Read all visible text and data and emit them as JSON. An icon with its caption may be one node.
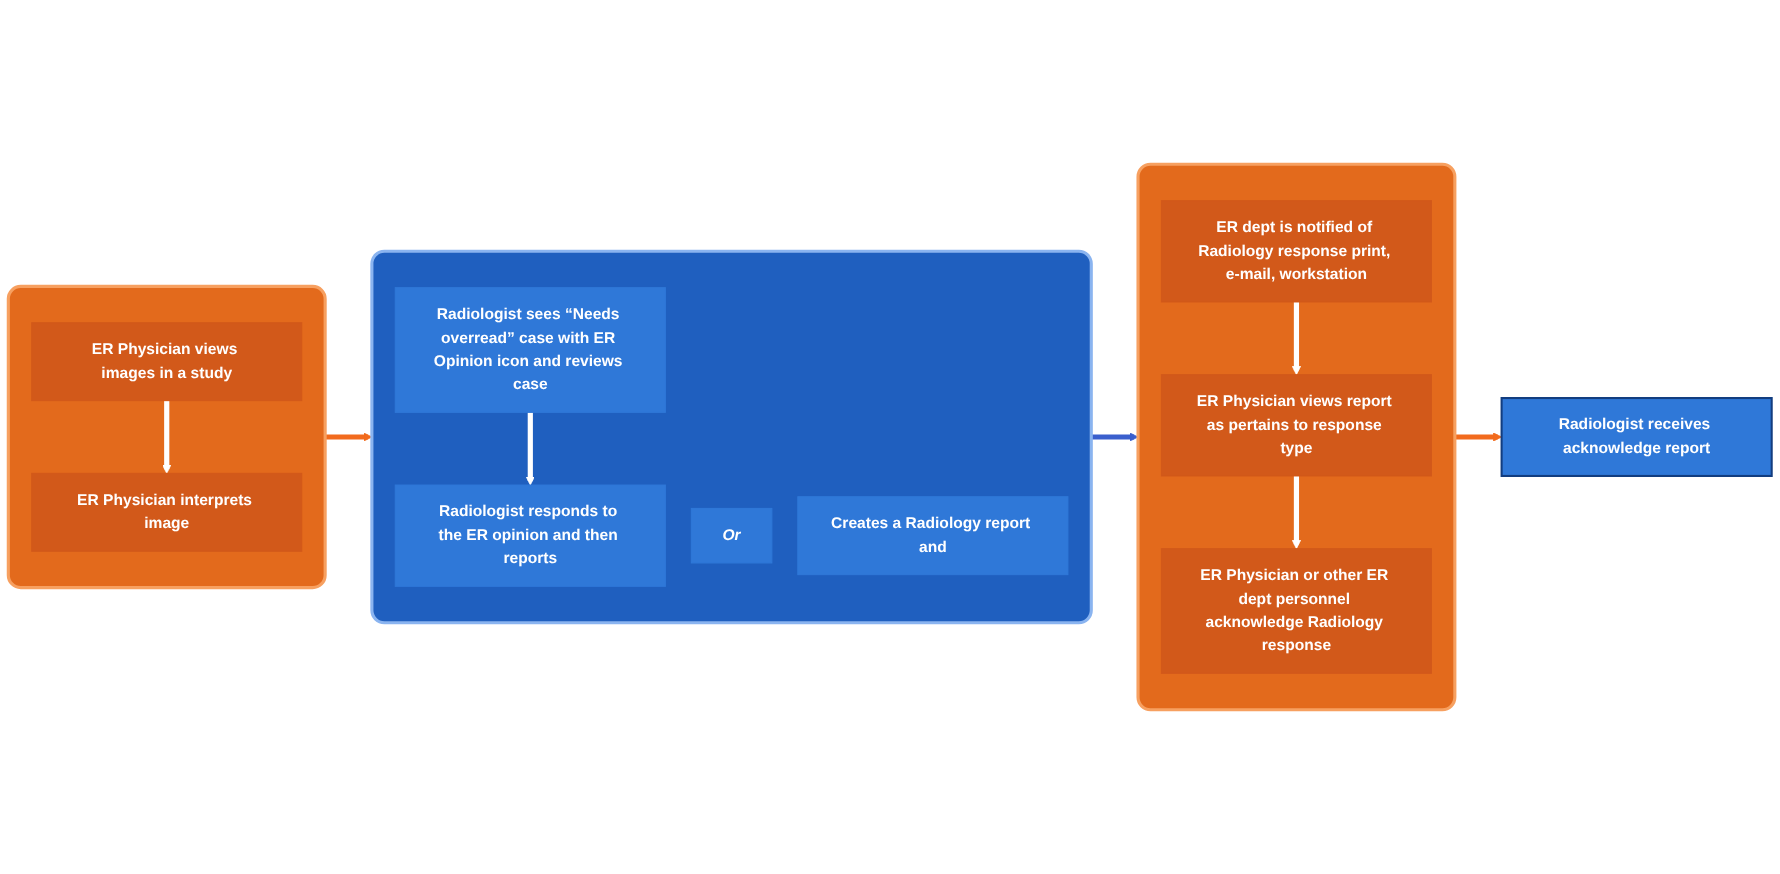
{
  "diagram": {
    "nodes": [
      {
        "text": [],
        "shape": "box"
      },
      {
        "text": [
          "ER Physician views images in a study"
        ],
        "in": 0
      },
      {
        "text": [
          "ER Physician interprets image"
        ],
        "in": 0
      },
      {
        "text": [],
        "shape": "box"
      },
      {
        "text": [
          "ER dept is notified of Radiology response print, e-mail, workstation"
        ],
        "in": 3
      },
      {
        "text": [
          "ER Physician views report as pertains to response type"
        ],
        "in": 3
      },
      {
        "text": [
          "ER Physician or other ER dept personnel acknowledge Radiology response"
        ],
        "in": 3
      },
      {
        "text": [],
        "shape": "box"
      },
      {
        "text": [
          "Radiologist sees “Needs overread” case with ER Opinion icon and reviews case"
        ],
        "in": 7
      },
      {
        "text": [
          "Radiologist responds to the ER opinion and then reports"
        ],
        "in": 7
      },
      {
        "text": [
          "Or"
        ],
        "in": 7
      },
      {
        "text": [
          "Creates a Radiology report and"
        ],
        "in": 7
      },
      {
        "text": [
          "Radiologist receives acknowledge report"
        ]
      }
    ],
    "edges": [
      {
        "from": 1,
        "to": 2,
        "arrow": "to"
      },
      {
        "from": 4,
        "to": 5,
        "arrow": "to"
      },
      {
        "from": 5,
        "to": 6,
        "arrow": "to"
      },
      {
        "from": 8,
        "to": 9,
        "arrow": "to"
      },
      {
        "from": 0,
        "to": 7,
        "arrow": "to",
        "color": "#f26b1d"
      },
      {
        "from": 7,
        "to": 3,
        "arrow": "to",
        "color": "#3a5fcd"
      },
      {
        "from": 3,
        "to": 12,
        "arrow": "to",
        "color": "#f26b1d"
      }
    ]
  }
}
